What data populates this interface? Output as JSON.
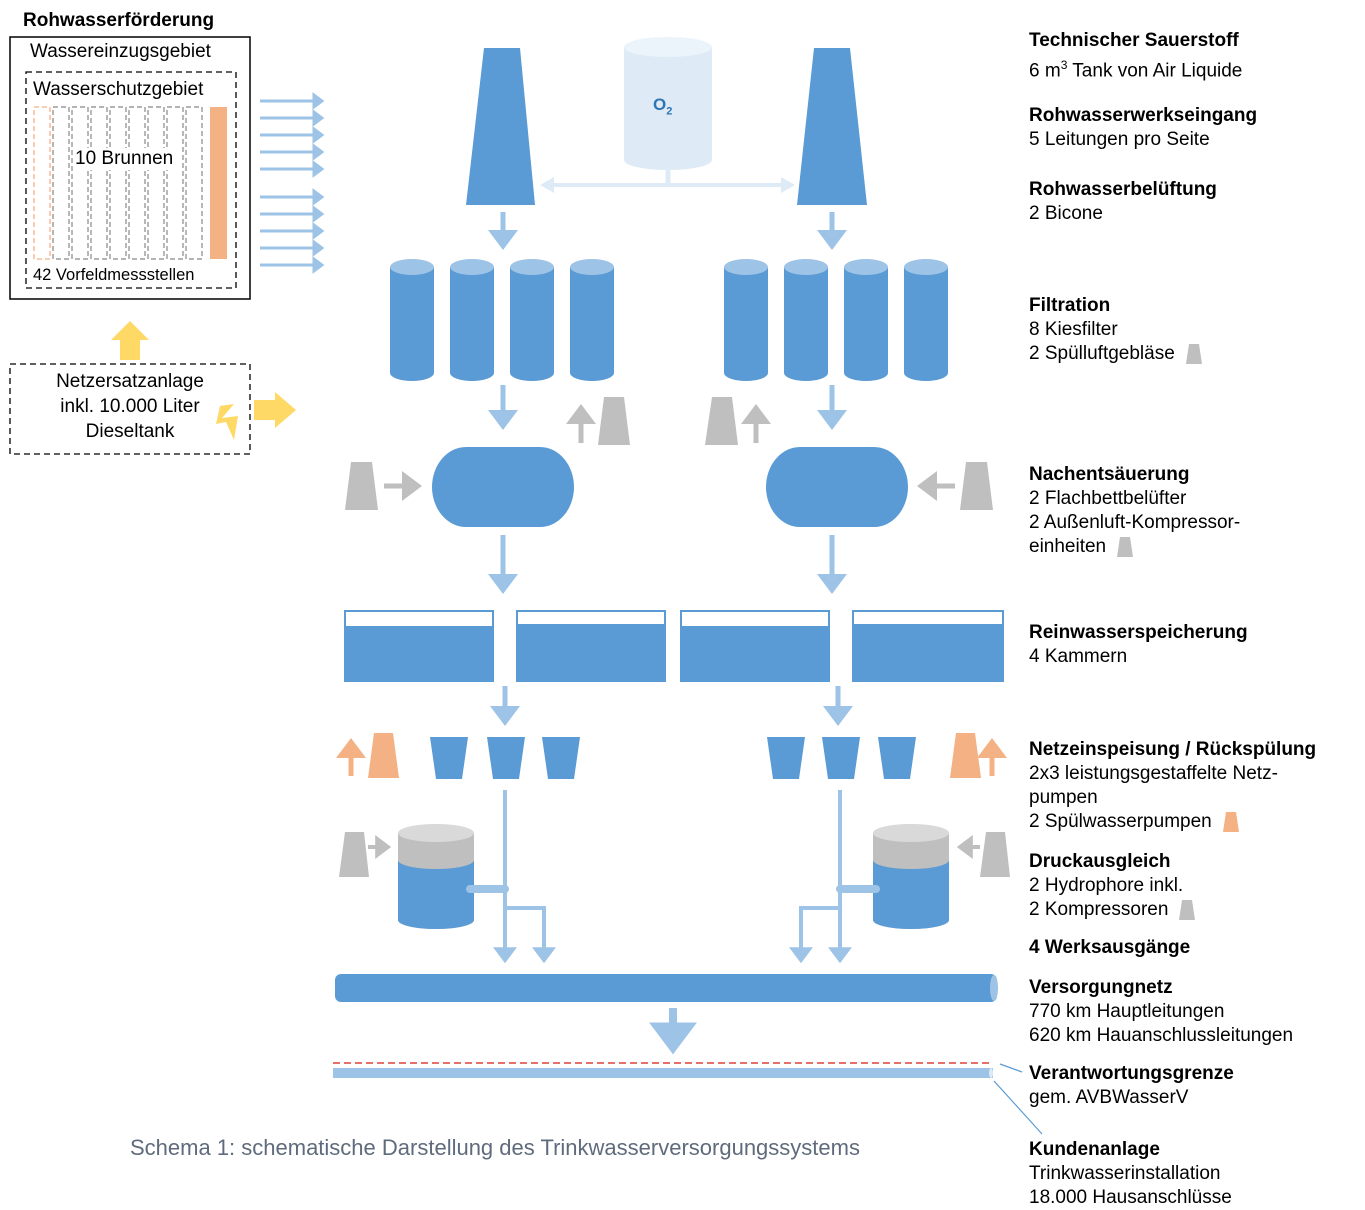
{
  "catchment": {
    "heading": "Rohwasserförderung",
    "area": "Wassereinzugsgebiet",
    "protection_zone": "Wasserschutzgebiet",
    "wells": "10 Brunnen",
    "monitoring": "42 Vorfeldmessstellen"
  },
  "backup": {
    "line1": "Netzersatzanlage",
    "line2": "inkl. 10.000 Liter",
    "line3": "Dieseltank"
  },
  "oxygen_tank": "O",
  "oxygen_sub": "2",
  "stages": [
    {
      "title": "Technischer Sauerstoff",
      "lines": [
        "6 m",
        "3",
        " Tank von Air Liquide"
      ]
    },
    {
      "title": "Rohwasserwerkseingang",
      "lines": [
        "5 Leitungen pro Seite"
      ]
    },
    {
      "title": "Rohwasserbelüftung",
      "lines": [
        "2 Bicone"
      ]
    },
    {
      "title": "Filtration",
      "lines": [
        "8 Kiesfilter",
        "2 Spülluftgebläse"
      ]
    },
    {
      "title": "Nachentsäuerung",
      "lines": [
        "2 Flachbettbelüfter",
        "2 Außenluft-Kompressor-",
        "einheiten"
      ]
    },
    {
      "title": "Reinwasserspeicherung",
      "lines": [
        "4 Kammern"
      ]
    },
    {
      "title": "Netzeinspeisung / Rückspülung",
      "lines": [
        "2x3 leistungsgestaffelte Netz-",
        "pumpen",
        "2 Spülwasserpumpen"
      ]
    },
    {
      "title": "Druckausgleich",
      "lines": [
        "2 Hydrophore inkl.",
        "2 Kompressoren"
      ]
    },
    {
      "title": "4 Werksausgänge",
      "lines": []
    },
    {
      "title": "Versorgungnetz",
      "lines": [
        "770 km Hauptleitungen",
        "620 km Hauanschlussleitungen"
      ]
    },
    {
      "title": "Verantwortungsgrenze",
      "lines": [
        "gem. AVBWasserV"
      ]
    },
    {
      "title": "Kundenanlage",
      "lines": [
        "Trinkwasserinstallation",
        "18.000 Hausanschlüsse"
      ]
    }
  ],
  "caption": "Schema 1: schematische Darstellung des Trinkwasserversorgungssystems",
  "colors": {
    "blue": "#5b9bd5",
    "light_blue": "#9dc3e6",
    "pale_blue": "#deebf7",
    "gray": "#bfbfbf",
    "orange": "#f4b183",
    "yellow": "#ffd966",
    "red_dash": "#e0403a"
  }
}
